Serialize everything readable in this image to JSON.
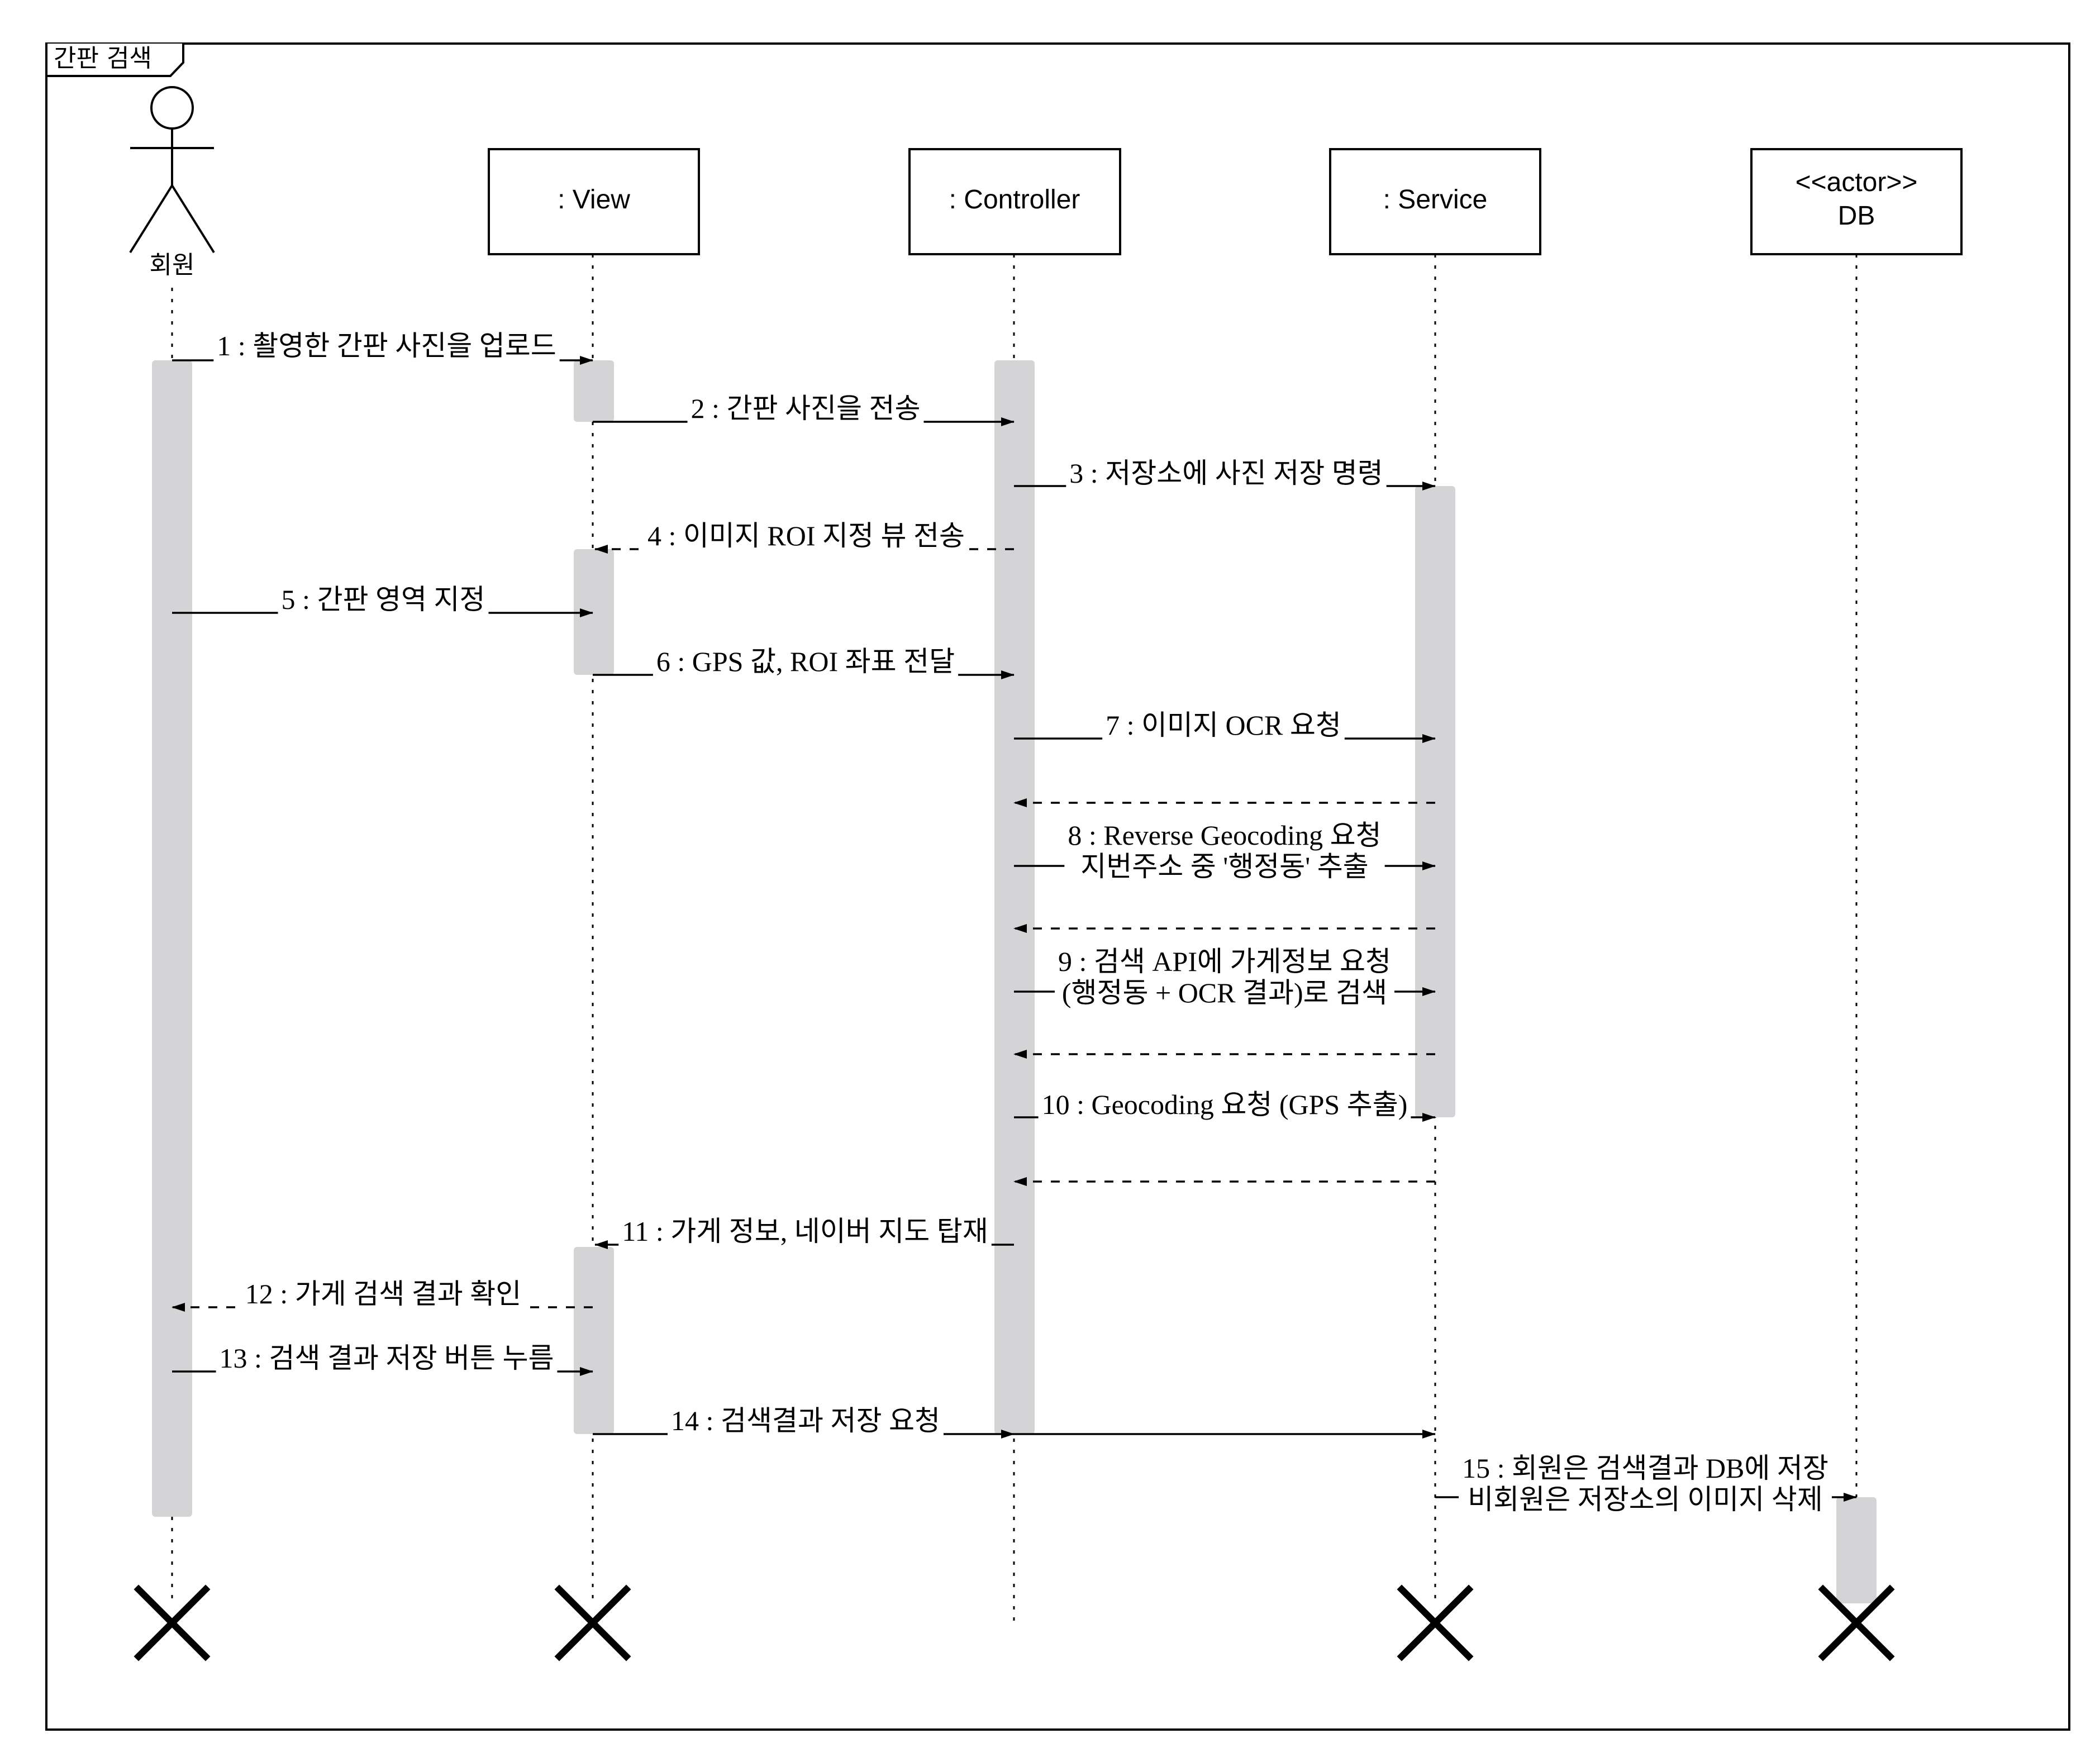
{
  "frame": {
    "title": "간판 검색"
  },
  "participants": [
    {
      "id": "member",
      "kind": "actor",
      "label": "회원"
    },
    {
      "id": "view",
      "kind": "box",
      "label": ": View"
    },
    {
      "id": "controller",
      "kind": "box",
      "label": ": Controller"
    },
    {
      "id": "service",
      "kind": "box",
      "label": ": Service"
    },
    {
      "id": "db",
      "kind": "box",
      "stereotype": "<<actor>>",
      "label": "DB"
    }
  ],
  "messages": [
    {
      "n": "1",
      "from": "member",
      "to": "view",
      "style": "solid",
      "lines": [
        "1 : 촬영한 간판 사진을 업로드"
      ]
    },
    {
      "n": "2",
      "from": "view",
      "to": "controller",
      "style": "solid",
      "lines": [
        "2 : 간판 사진을 전송"
      ]
    },
    {
      "n": "3",
      "from": "controller",
      "to": "service",
      "style": "solid",
      "lines": [
        "3 : 저장소에 사진 저장 명령"
      ]
    },
    {
      "n": "4",
      "from": "controller",
      "to": "view",
      "style": "dashed",
      "lines": [
        "4 : 이미지 ROI 지정 뷰 전송"
      ]
    },
    {
      "n": "5",
      "from": "member",
      "to": "view",
      "style": "solid",
      "lines": [
        "5 : 간판 영역 지정"
      ]
    },
    {
      "n": "6",
      "from": "view",
      "to": "controller",
      "style": "solid",
      "lines": [
        "6 : GPS 값, ROI 좌표 전달"
      ]
    },
    {
      "n": "7",
      "from": "controller",
      "to": "service",
      "style": "solid",
      "lines": [
        "7 : 이미지 OCR 요청"
      ]
    },
    {
      "n": "7r",
      "from": "service",
      "to": "controller",
      "style": "dashed",
      "lines": []
    },
    {
      "n": "8",
      "from": "controller",
      "to": "service",
      "style": "solid",
      "lines": [
        "8 : Reverse Geocoding 요청",
        "지번주소 중 '행정동' 추출"
      ]
    },
    {
      "n": "8r",
      "from": "service",
      "to": "controller",
      "style": "dashed",
      "lines": []
    },
    {
      "n": "9",
      "from": "controller",
      "to": "service",
      "style": "solid",
      "lines": [
        "9 : 검색 API에 가게정보 요청",
        "(행정동 + OCR 결과)로 검색"
      ]
    },
    {
      "n": "9r",
      "from": "service",
      "to": "controller",
      "style": "dashed",
      "lines": []
    },
    {
      "n": "10",
      "from": "controller",
      "to": "service",
      "style": "solid",
      "lines": [
        "10 : Geocoding 요청 (GPS 추출)"
      ]
    },
    {
      "n": "10r",
      "from": "service",
      "to": "controller",
      "style": "dashed",
      "lines": []
    },
    {
      "n": "11",
      "from": "controller",
      "to": "view",
      "style": "solid",
      "lines": [
        "11 : 가게 정보, 네이버 지도 탑재"
      ]
    },
    {
      "n": "12",
      "from": "view",
      "to": "member",
      "style": "dashed",
      "lines": [
        "12 : 가게 검색 결과 확인"
      ]
    },
    {
      "n": "13",
      "from": "member",
      "to": "view",
      "style": "solid",
      "lines": [
        "13 : 검색 결과 저장 버튼 누름"
      ]
    },
    {
      "n": "14",
      "from": "view",
      "to": "controller",
      "style": "solid",
      "lines": [
        "14 : 검색결과 저장 요청"
      ]
    },
    {
      "n": "14b",
      "from": "controller",
      "to": "service",
      "style": "solid",
      "lines": []
    },
    {
      "n": "15",
      "from": "service",
      "to": "db",
      "style": "solid",
      "lines": [
        "15 : 회원은 검색결과 DB에 저장",
        "비회원은 저장소의 이미지 삭제"
      ]
    }
  ],
  "destroyed": [
    "member",
    "view",
    "service",
    "db"
  ]
}
